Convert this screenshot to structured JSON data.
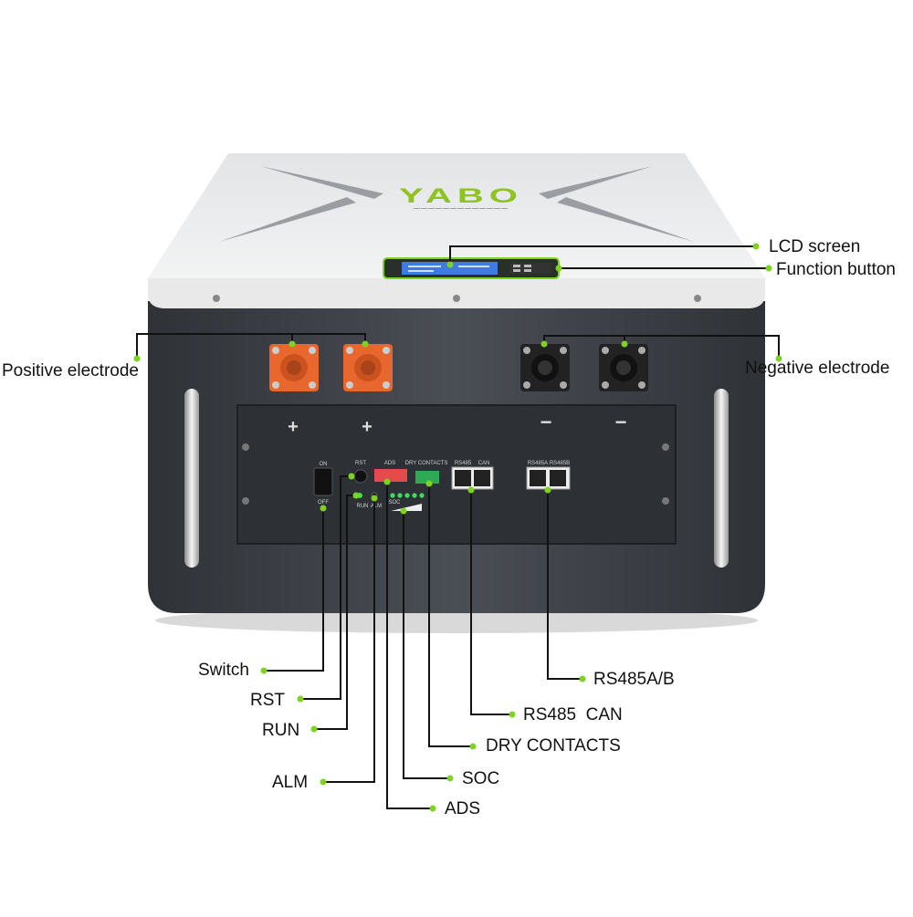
{
  "product": {
    "brand": "YABO",
    "brand_color": "#8fc31f",
    "body_color": "#3f4349",
    "top_color": "#f2f2f2",
    "positive_terminal_color": "#e8672e",
    "negative_terminal_color": "#222222"
  },
  "panel": {
    "switch_on": "ON",
    "switch_off": "OFF",
    "rst": "RST",
    "ads": "ADS",
    "dry_contacts": "DRY CONTACTS",
    "rs485": "RS485",
    "can": "CAN",
    "rs485a": "RS485A",
    "rs485b": "RS485B",
    "run": "RUN",
    "alm": "ALM",
    "soc": "SOC",
    "plus_symbol": "+",
    "minus_symbol": "−"
  },
  "callouts": {
    "lcd_screen": "LCD screen",
    "function_button": "Function button",
    "positive_electrode": "Positive electrode",
    "negative_electrode": "Negative electrode",
    "switch": "Switch",
    "rst": "RST",
    "run": "RUN",
    "alm": "ALM",
    "ads": "ADS",
    "soc": "SOC",
    "dry_contacts": "DRY CONTACTS",
    "rs485_can": "RS485  CAN",
    "rs485ab": "RS485A/B"
  },
  "callout_style": {
    "line_color": "#111111",
    "dot_color": "#7ed321",
    "led_color": "#39e05a"
  }
}
